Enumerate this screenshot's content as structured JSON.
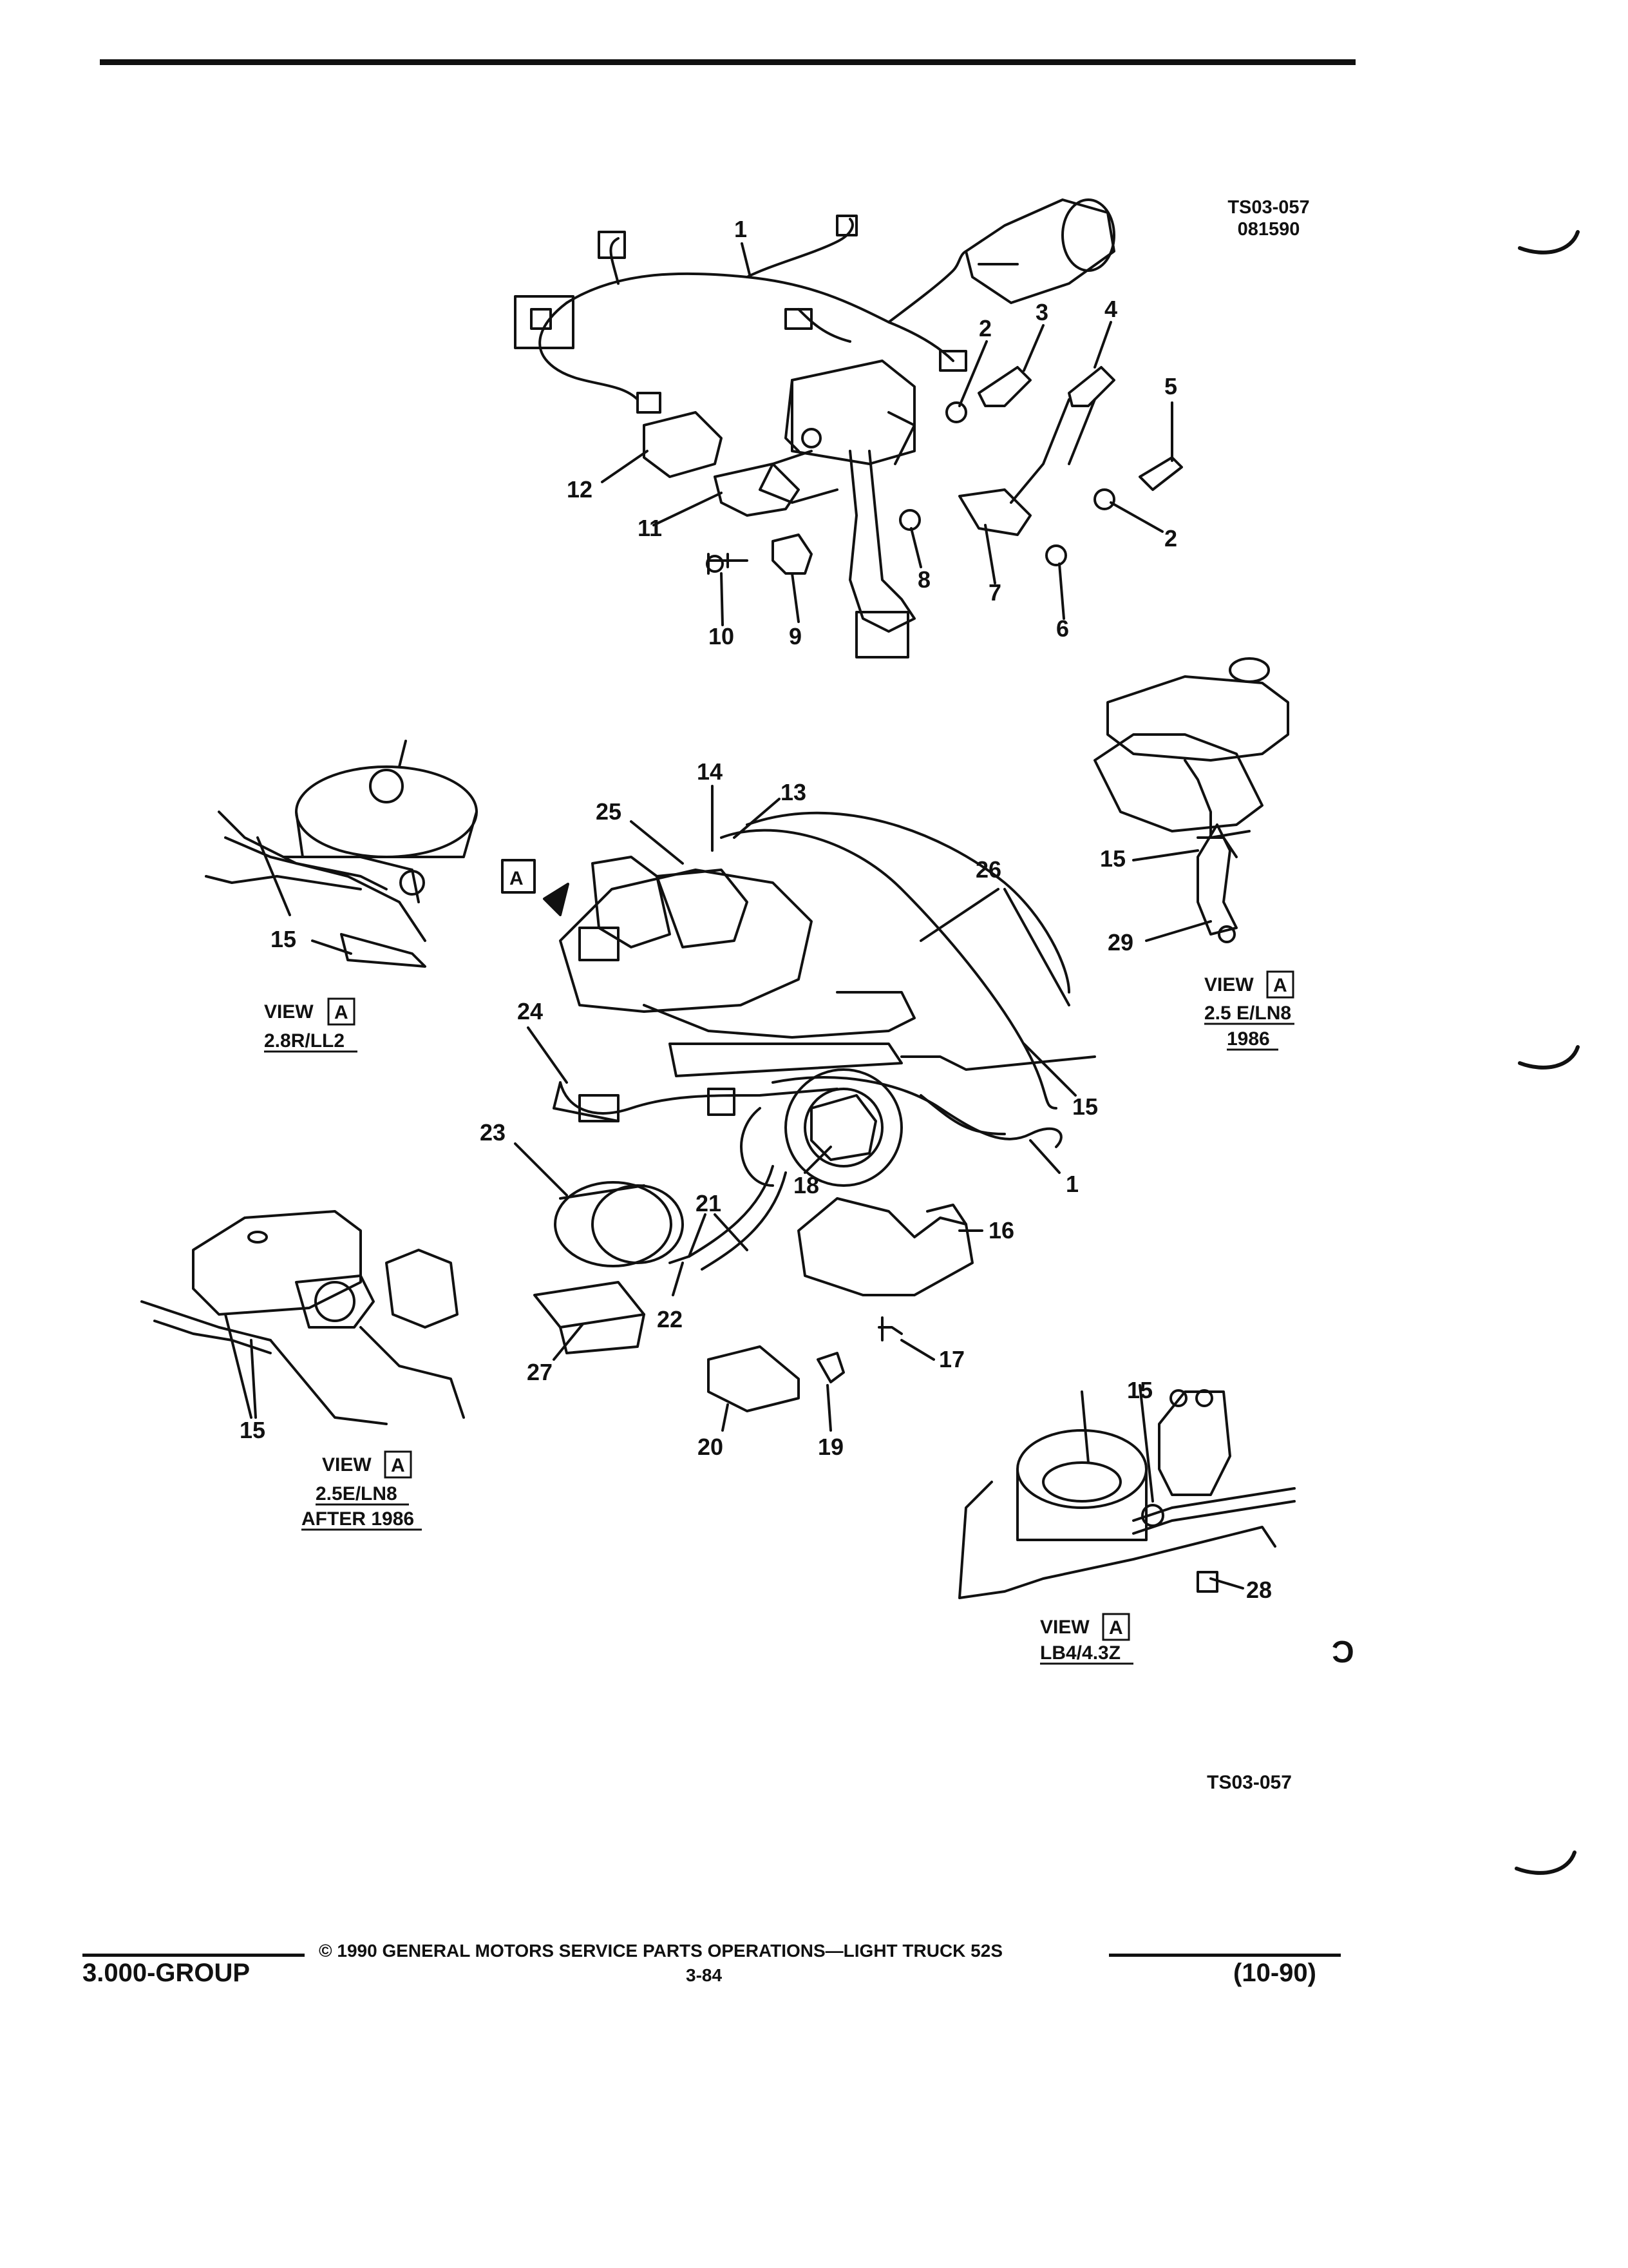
{
  "header": {
    "ref_code": "TS03-057",
    "date_code": "081590"
  },
  "callouts": [
    "1",
    "2",
    "3",
    "4",
    "5",
    "2",
    "12",
    "11",
    "8",
    "7",
    "6",
    "10",
    "9",
    "14",
    "13",
    "25",
    "26",
    "24",
    "15",
    "1",
    "18",
    "23",
    "21",
    "22",
    "16",
    "27",
    "17",
    "20",
    "19"
  ],
  "views": [
    {
      "word": "VIEW",
      "key": "A",
      "engine": "2.8R/LL2",
      "part": "15"
    },
    {
      "word": "VIEW",
      "key": "A",
      "engine": "2.5 E/LN8",
      "year": "1986",
      "parts": [
        "15",
        "29"
      ]
    },
    {
      "word": "VIEW",
      "key": "A",
      "engine": "2.5E/LN8",
      "year": "AFTER 1986",
      "part": "15"
    },
    {
      "word": "VIEW",
      "key": "A",
      "engine": "LB4/4.3Z",
      "parts": [
        "15",
        "28"
      ]
    }
  ],
  "arrow_key": "A",
  "margin_mark": "Ɔ",
  "figure_code_bottom": "TS03-057",
  "footer": {
    "copyright": "©  1990  GENERAL MOTORS SERVICE PARTS OPERATIONS—LIGHT TRUCK 52S",
    "group": "3.000-GROUP",
    "page": "3-84",
    "revision": "(10-90)"
  }
}
